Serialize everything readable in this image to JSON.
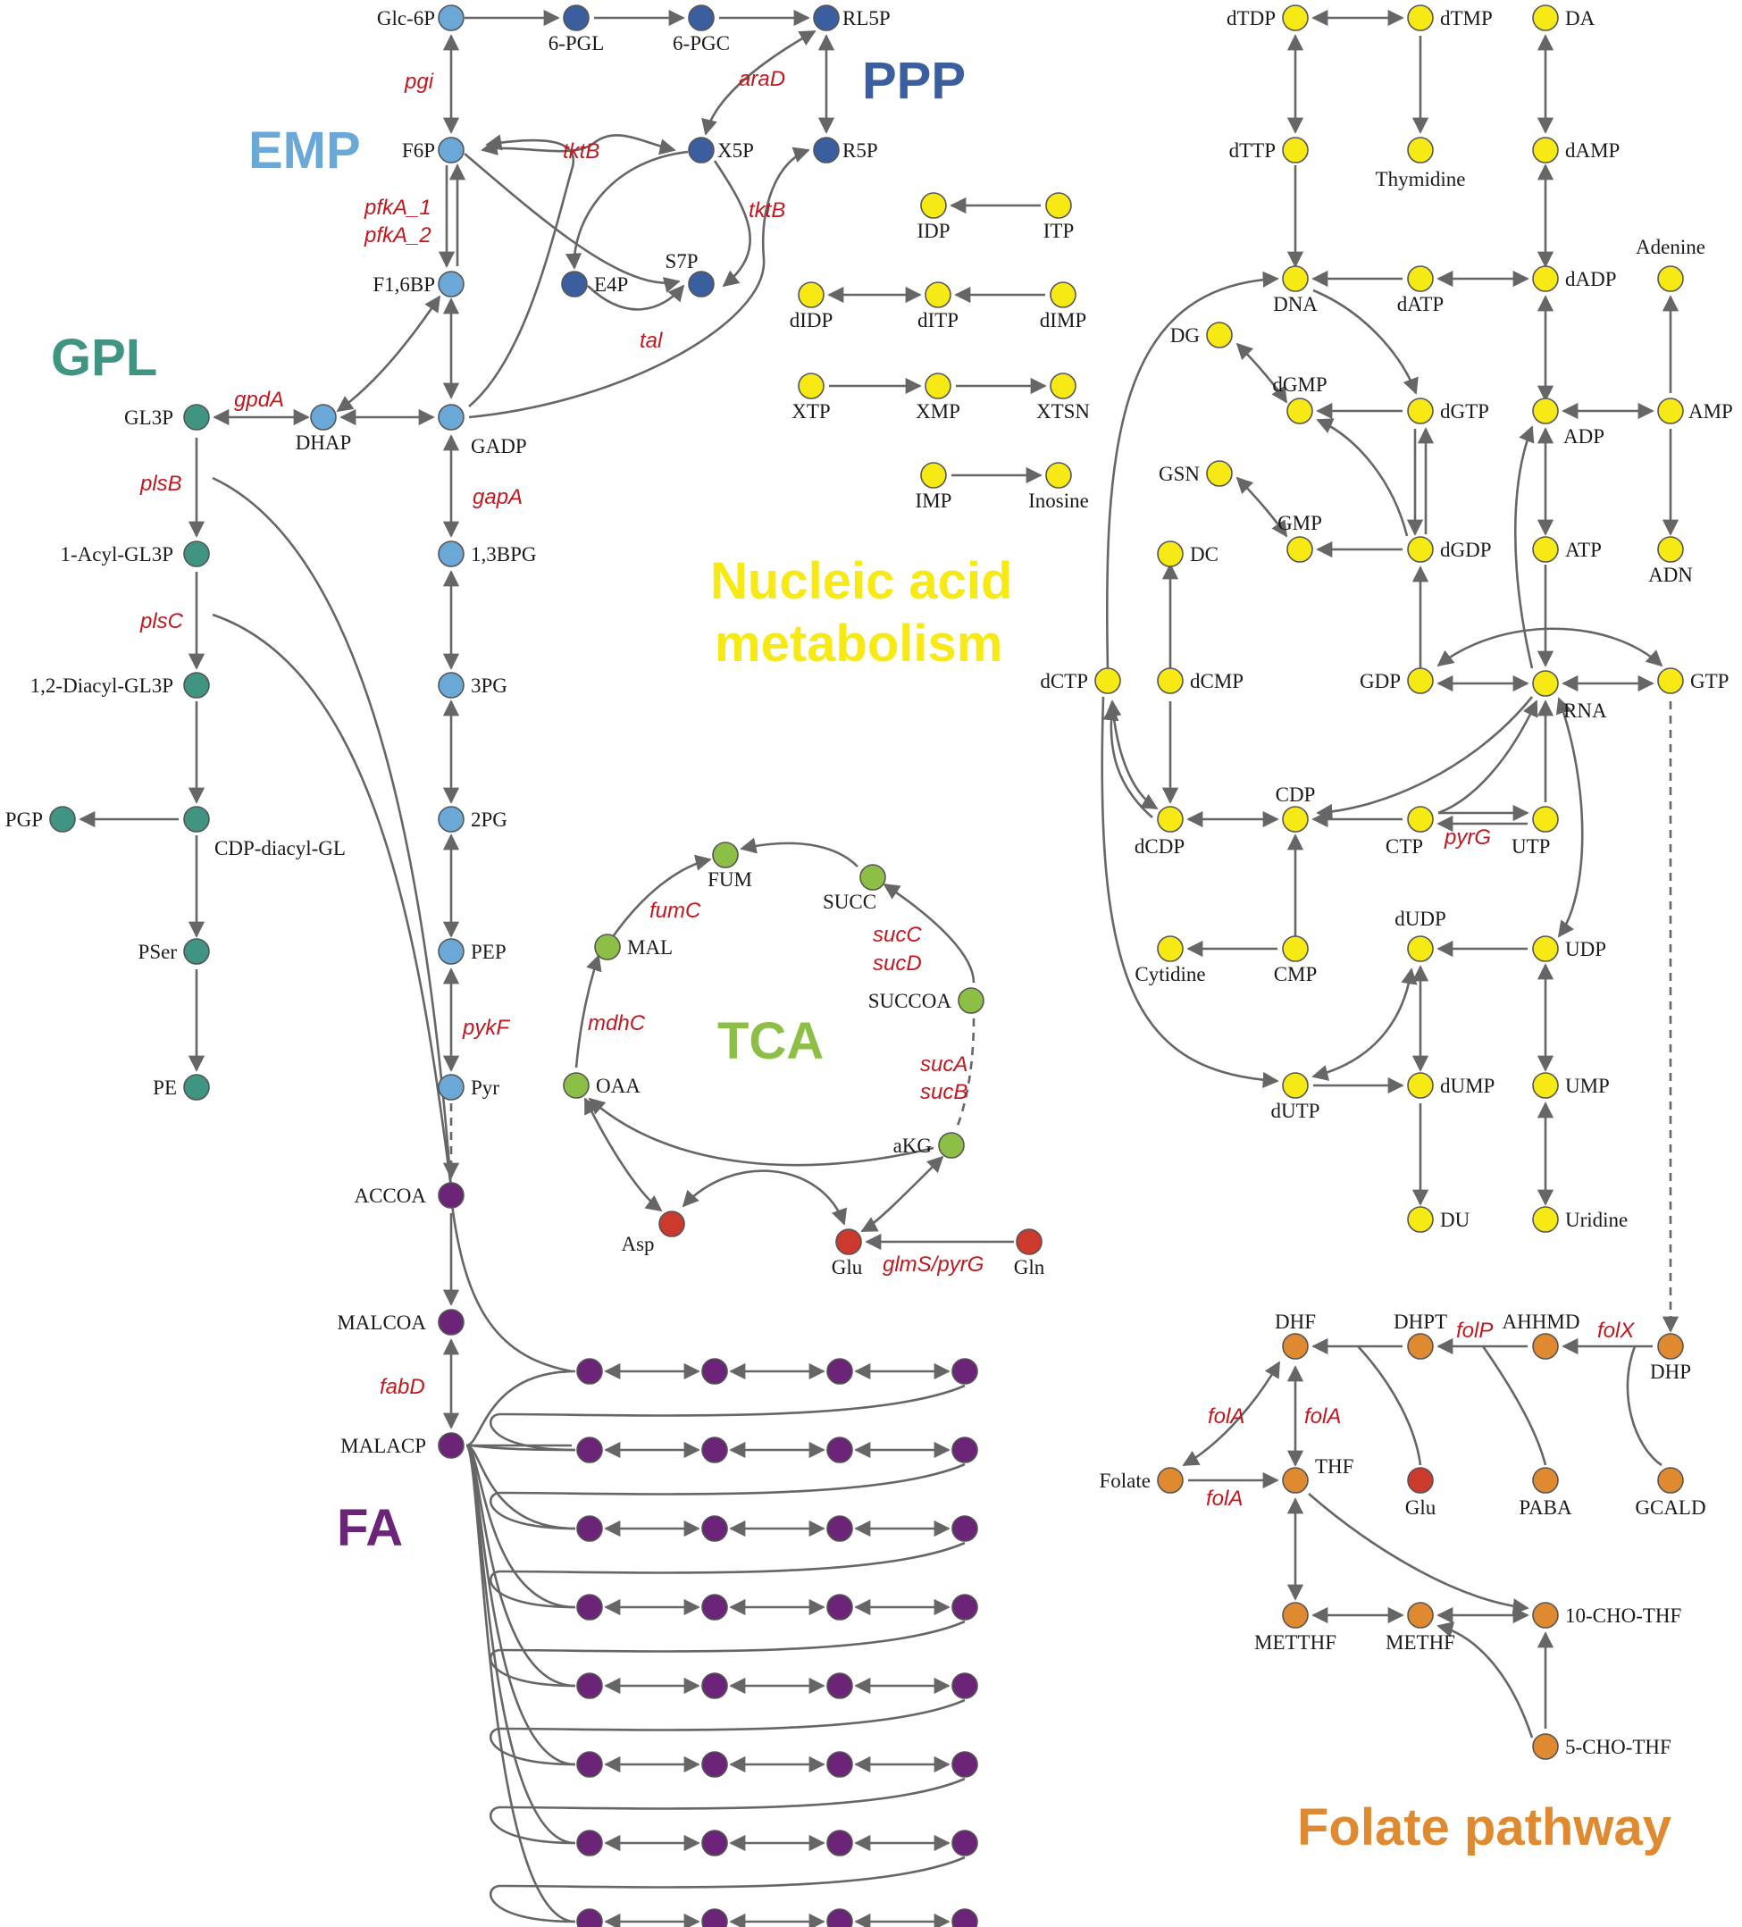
{
  "colors": {
    "EMP": "#6aa8d8",
    "PPP": "#3b5f9e",
    "GPL": "#3f9482",
    "TCA": "#8dbf46",
    "FA": "#6b2478",
    "NUC": "#f7ea14",
    "FOL": "#df8a30",
    "AA": "#cc3a2e",
    "edge": "#666666",
    "enzyme": "#c0181f"
  },
  "titles": {
    "EMP": "EMP",
    "PPP": "PPP",
    "GPL": "GPL",
    "TCA": "TCA",
    "FA": "FA",
    "NUC1": "Nucleic acid",
    "NUC2": "metabolism",
    "FOL": "Folate pathway"
  },
  "nodes": [
    {
      "id": "glc6p",
      "label": "Glc-6P",
      "group": "EMP"
    },
    {
      "id": "f6p",
      "label": "F6P",
      "group": "EMP"
    },
    {
      "id": "f16bp",
      "label": "F1,6BP",
      "group": "EMP"
    },
    {
      "id": "dhap",
      "label": "DHAP",
      "group": "EMP"
    },
    {
      "id": "gadp",
      "label": "GADP",
      "group": "EMP"
    },
    {
      "id": "bpg13",
      "label": "1,3BPG",
      "group": "EMP"
    },
    {
      "id": "pg3",
      "label": "3PG",
      "group": "EMP"
    },
    {
      "id": "pg2",
      "label": "2PG",
      "group": "EMP"
    },
    {
      "id": "pep",
      "label": "PEP",
      "group": "EMP"
    },
    {
      "id": "pyr",
      "label": "Pyr",
      "group": "EMP"
    },
    {
      "id": "pgl6",
      "label": "6-PGL",
      "group": "PPP"
    },
    {
      "id": "pgc6",
      "label": "6-PGC",
      "group": "PPP"
    },
    {
      "id": "rl5p",
      "label": "RL5P",
      "group": "PPP"
    },
    {
      "id": "x5p",
      "label": "X5P",
      "group": "PPP"
    },
    {
      "id": "r5p",
      "label": "R5P",
      "group": "PPP"
    },
    {
      "id": "s7p",
      "label": "S7P",
      "group": "PPP"
    },
    {
      "id": "e4p",
      "label": "E4P",
      "group": "PPP"
    },
    {
      "id": "gl3p",
      "label": "GL3P",
      "group": "GPL"
    },
    {
      "id": "acylgl3p",
      "label": "1-Acyl-GL3P",
      "group": "GPL"
    },
    {
      "id": "diacylgl3p",
      "label": "1,2-Diacyl-GL3P",
      "group": "GPL"
    },
    {
      "id": "cdpdiacyl",
      "label": "CDP-diacyl-GL",
      "group": "GPL"
    },
    {
      "id": "pgp",
      "label": "PGP",
      "group": "GPL"
    },
    {
      "id": "pser",
      "label": "PSer",
      "group": "GPL"
    },
    {
      "id": "pe",
      "label": "PE",
      "group": "GPL"
    },
    {
      "id": "accoa",
      "label": "ACCOA",
      "group": "FA"
    },
    {
      "id": "malcoa",
      "label": "MALCOA",
      "group": "FA"
    },
    {
      "id": "malacp",
      "label": "MALACP",
      "group": "FA"
    },
    {
      "id": "fum",
      "label": "FUM",
      "group": "TCA"
    },
    {
      "id": "succ",
      "label": "SUCC",
      "group": "TCA"
    },
    {
      "id": "mal",
      "label": "MAL",
      "group": "TCA"
    },
    {
      "id": "succoa",
      "label": "SUCCOA",
      "group": "TCA"
    },
    {
      "id": "oaa",
      "label": "OAA",
      "group": "TCA"
    },
    {
      "id": "akg",
      "label": "aKG",
      "group": "TCA"
    },
    {
      "id": "asp",
      "label": "Asp",
      "group": "AA"
    },
    {
      "id": "glu",
      "label": "Glu",
      "group": "AA"
    },
    {
      "id": "gln",
      "label": "Gln",
      "group": "AA"
    },
    {
      "id": "dtdp",
      "label": "dTDP",
      "group": "NUC"
    },
    {
      "id": "dtmp",
      "label": "dTMP",
      "group": "NUC"
    },
    {
      "id": "da",
      "label": "DA",
      "group": "NUC"
    },
    {
      "id": "dttp",
      "label": "dTTP",
      "group": "NUC"
    },
    {
      "id": "thymidine",
      "label": "Thymidine",
      "group": "NUC"
    },
    {
      "id": "damp",
      "label": "dAMP",
      "group": "NUC"
    },
    {
      "id": "dna",
      "label": "DNA",
      "group": "NUC"
    },
    {
      "id": "datp",
      "label": "dATP",
      "group": "NUC"
    },
    {
      "id": "dadp",
      "label": "dADP",
      "group": "NUC"
    },
    {
      "id": "adenine",
      "label": "Adenine",
      "group": "NUC"
    },
    {
      "id": "dg",
      "label": "DG",
      "group": "NUC"
    },
    {
      "id": "dgmp",
      "label": "dGMP",
      "group": "NUC"
    },
    {
      "id": "dgtp",
      "label": "dGTP",
      "group": "NUC"
    },
    {
      "id": "adp",
      "label": "ADP",
      "group": "NUC"
    },
    {
      "id": "amp",
      "label": "AMP",
      "group": "NUC"
    },
    {
      "id": "gsn",
      "label": "GSN",
      "group": "NUC"
    },
    {
      "id": "gmp",
      "label": "GMP",
      "group": "NUC"
    },
    {
      "id": "dgdp",
      "label": "dGDP",
      "group": "NUC"
    },
    {
      "id": "atp",
      "label": "ATP",
      "group": "NUC"
    },
    {
      "id": "adn",
      "label": "ADN",
      "group": "NUC"
    },
    {
      "id": "dc",
      "label": "DC",
      "group": "NUC"
    },
    {
      "id": "dctp",
      "label": "dCTP",
      "group": "NUC"
    },
    {
      "id": "dcmp",
      "label": "dCMP",
      "group": "NUC"
    },
    {
      "id": "gdp",
      "label": "GDP",
      "group": "NUC"
    },
    {
      "id": "rna",
      "label": "RNA",
      "group": "NUC"
    },
    {
      "id": "gtp",
      "label": "GTP",
      "group": "NUC"
    },
    {
      "id": "dcdp",
      "label": "dCDP",
      "group": "NUC"
    },
    {
      "id": "cdp",
      "label": "CDP",
      "group": "NUC"
    },
    {
      "id": "ctp",
      "label": "CTP",
      "group": "NUC"
    },
    {
      "id": "utp",
      "label": "UTP",
      "group": "NUC"
    },
    {
      "id": "cytidine",
      "label": "Cytidine",
      "group": "NUC"
    },
    {
      "id": "cmp",
      "label": "CMP",
      "group": "NUC"
    },
    {
      "id": "dudp",
      "label": "dUDP",
      "group": "NUC"
    },
    {
      "id": "udp",
      "label": "UDP",
      "group": "NUC"
    },
    {
      "id": "dutp",
      "label": "dUTP",
      "group": "NUC"
    },
    {
      "id": "dump",
      "label": "dUMP",
      "group": "NUC"
    },
    {
      "id": "ump",
      "label": "UMP",
      "group": "NUC"
    },
    {
      "id": "du",
      "label": "DU",
      "group": "NUC"
    },
    {
      "id": "uridine",
      "label": "Uridine",
      "group": "NUC"
    },
    {
      "id": "idp",
      "label": "IDP",
      "group": "NUC"
    },
    {
      "id": "itp",
      "label": "ITP",
      "group": "NUC"
    },
    {
      "id": "didp",
      "label": "dIDP",
      "group": "NUC"
    },
    {
      "id": "ditp",
      "label": "dITP",
      "group": "NUC"
    },
    {
      "id": "dimp",
      "label": "dIMP",
      "group": "NUC"
    },
    {
      "id": "xtp",
      "label": "XTP",
      "group": "NUC"
    },
    {
      "id": "xmp",
      "label": "XMP",
      "group": "NUC"
    },
    {
      "id": "xtsn",
      "label": "XTSN",
      "group": "NUC"
    },
    {
      "id": "imp",
      "label": "IMP",
      "group": "NUC"
    },
    {
      "id": "inosine",
      "label": "Inosine",
      "group": "NUC"
    },
    {
      "id": "dhf",
      "label": "DHF",
      "group": "FOL"
    },
    {
      "id": "dhpt",
      "label": "DHPT",
      "group": "FOL"
    },
    {
      "id": "ahhmd",
      "label": "AHHMD",
      "group": "FOL"
    },
    {
      "id": "dhp",
      "label": "DHP",
      "group": "FOL"
    },
    {
      "id": "folate",
      "label": "Folate",
      "group": "FOL"
    },
    {
      "id": "thf",
      "label": "THF",
      "group": "FOL"
    },
    {
      "id": "gluf",
      "label": "Glu",
      "group": "AA"
    },
    {
      "id": "paba",
      "label": "PABA",
      "group": "FOL"
    },
    {
      "id": "gcald",
      "label": "GCALD",
      "group": "FOL"
    },
    {
      "id": "metthf",
      "label": "METTHF",
      "group": "FOL"
    },
    {
      "id": "methf",
      "label": "METHF",
      "group": "FOL"
    },
    {
      "id": "cho10",
      "label": "10-CHO-THF",
      "group": "FOL"
    },
    {
      "id": "cho5",
      "label": "5-CHO-THF",
      "group": "FOL"
    }
  ],
  "enzymes": [
    "pgi",
    "pfkA_1",
    "pfkA_2",
    "tktB",
    "tktB",
    "tal",
    "araD",
    "gpdA",
    "plsB",
    "plsC",
    "gapA",
    "pykF",
    "fumC",
    "mdhC",
    "sucC",
    "sucD",
    "sucA",
    "sucB",
    "glmS/pyrG",
    "fabD",
    "pyrG",
    "folP",
    "folX",
    "folA",
    "folA",
    "folA"
  ]
}
